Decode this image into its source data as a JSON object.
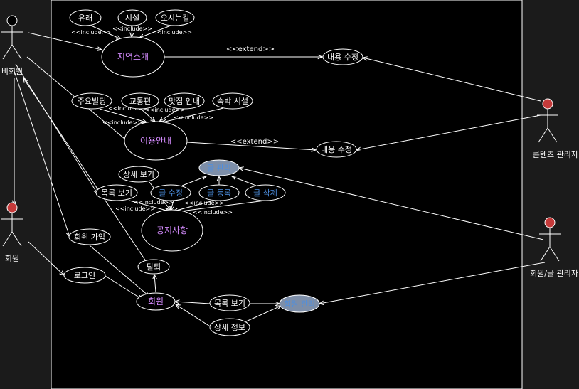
{
  "diagram": {
    "system_boundary": {
      "fill": "#000000",
      "stroke": "#ffffff"
    },
    "colors": {
      "line": "#ffffff",
      "uc_fill": "#000000",
      "uc_stroke": "#ffffff",
      "text": "#ffffff",
      "purple_text": "#d58cff",
      "blue_text": "#4d8fe0",
      "highlight_fill": "#7d8ea8",
      "actor_head_red": "#c53a3a",
      "actor_head_white": "#000000",
      "background": "#1b1b1b"
    },
    "actors": [
      {
        "id": "guest",
        "label": "비회원",
        "head": "white"
      },
      {
        "id": "member",
        "label": "회원",
        "head": "red"
      },
      {
        "id": "content_admin",
        "label": "콘텐츠 관리자",
        "head": "red"
      },
      {
        "id": "post_admin",
        "label": "회원/글 관리자",
        "head": "red"
      }
    ],
    "usecases": [
      {
        "id": "heritage",
        "label": "유래",
        "style": "plain"
      },
      {
        "id": "facilities",
        "label": "시설",
        "style": "plain"
      },
      {
        "id": "directions",
        "label": "오시는길",
        "style": "plain"
      },
      {
        "id": "region_intro",
        "label": "지역소개",
        "style": "purple"
      },
      {
        "id": "edit_content_1",
        "label": "내용 수정",
        "style": "plain"
      },
      {
        "id": "main_buildings",
        "label": "주요빌딩",
        "style": "plain"
      },
      {
        "id": "transport",
        "label": "교통편",
        "style": "plain"
      },
      {
        "id": "restaurants",
        "label": "맛집 안내",
        "style": "plain"
      },
      {
        "id": "lodging",
        "label": "숙박 시설",
        "style": "plain"
      },
      {
        "id": "usage_guide",
        "label": "이용안내",
        "style": "purple"
      },
      {
        "id": "edit_content_2",
        "label": "내용 수정",
        "style": "plain"
      },
      {
        "id": "detail_view",
        "label": "상세 보기",
        "style": "plain"
      },
      {
        "id": "post_manage",
        "label": "글 관리",
        "style": "highlight"
      },
      {
        "id": "list_view",
        "label": "목록 보기",
        "style": "plain"
      },
      {
        "id": "post_edit",
        "label": "글 수정",
        "style": "blue"
      },
      {
        "id": "post_register",
        "label": "글 등록",
        "style": "blue"
      },
      {
        "id": "post_delete",
        "label": "글 삭제",
        "style": "blue"
      },
      {
        "id": "notice",
        "label": "공지사항",
        "style": "purple"
      },
      {
        "id": "signup",
        "label": "회원 가입",
        "style": "plain"
      },
      {
        "id": "withdraw",
        "label": "탈퇴",
        "style": "plain"
      },
      {
        "id": "login",
        "label": "로그인",
        "style": "plain"
      },
      {
        "id": "member_uc",
        "label": "회원",
        "style": "purple"
      },
      {
        "id": "member_list_view",
        "label": "목록 보기",
        "style": "plain"
      },
      {
        "id": "member_manage",
        "label": "회원 관리",
        "style": "highlight"
      },
      {
        "id": "member_detail",
        "label": "상세 정보",
        "style": "plain"
      }
    ],
    "edges": [
      {
        "from": "guest",
        "to": "region_intro",
        "label": ""
      },
      {
        "from": "guest",
        "to": "usage_guide",
        "label": ""
      },
      {
        "from": "guest",
        "to": "list_view",
        "label": ""
      },
      {
        "from": "guest",
        "to": "signup",
        "label": ""
      },
      {
        "from": "guest",
        "to": "member",
        "label": ""
      },
      {
        "from": "withdraw",
        "to": "guest",
        "label": ""
      },
      {
        "from": "member",
        "to": "login",
        "label": ""
      },
      {
        "from": "signup",
        "to": "member_uc",
        "label": ""
      },
      {
        "from": "login",
        "to": "member_uc",
        "label": ""
      },
      {
        "from": "member_uc",
        "to": "withdraw",
        "label": ""
      },
      {
        "from": "heritage",
        "to": "region_intro",
        "label": "<<include>>"
      },
      {
        "from": "facilities",
        "to": "region_intro",
        "label": "<<include>>"
      },
      {
        "from": "directions",
        "to": "region_intro",
        "label": "<<include>>"
      },
      {
        "from": "region_intro",
        "to": "edit_content_1",
        "label": "<<extend>>"
      },
      {
        "from": "content_admin",
        "to": "edit_content_1",
        "label": ""
      },
      {
        "from": "main_buildings",
        "to": "usage_guide",
        "label": "<<include>>"
      },
      {
        "from": "transport",
        "to": "usage_guide",
        "label": "<<include>>"
      },
      {
        "from": "restaurants",
        "to": "usage_guide",
        "label": "<<include>>"
      },
      {
        "from": "lodging",
        "to": "usage_guide",
        "label": "<<include>>"
      },
      {
        "from": "usage_guide",
        "to": "edit_content_2",
        "label": "<<extend>>"
      },
      {
        "from": "content_admin",
        "to": "edit_content_2",
        "label": ""
      },
      {
        "from": "post_edit",
        "to": "post_manage",
        "label": ""
      },
      {
        "from": "post_register",
        "to": "post_manage",
        "label": ""
      },
      {
        "from": "post_delete",
        "to": "post_manage",
        "label": ""
      },
      {
        "from": "post_admin",
        "to": "post_manage",
        "label": ""
      },
      {
        "from": "detail_view",
        "to": "notice",
        "label": ""
      },
      {
        "from": "list_view",
        "to": "notice",
        "label": "<<include>>"
      },
      {
        "from": "post_edit",
        "to": "notice",
        "label": "<<include>>"
      },
      {
        "from": "post_register",
        "to": "notice",
        "label": "<<include>>"
      },
      {
        "from": "post_delete",
        "to": "notice",
        "label": "<<include>>"
      },
      {
        "from": "post_admin",
        "to": "member_manage",
        "label": ""
      },
      {
        "from": "member_list_view",
        "to": "member_manage",
        "label": ""
      },
      {
        "from": "member_detail",
        "to": "member_manage",
        "label": ""
      },
      {
        "from": "member_list_view",
        "to": "member_uc",
        "label": ""
      },
      {
        "from": "member_detail",
        "to": "member_uc",
        "label": ""
      }
    ]
  }
}
